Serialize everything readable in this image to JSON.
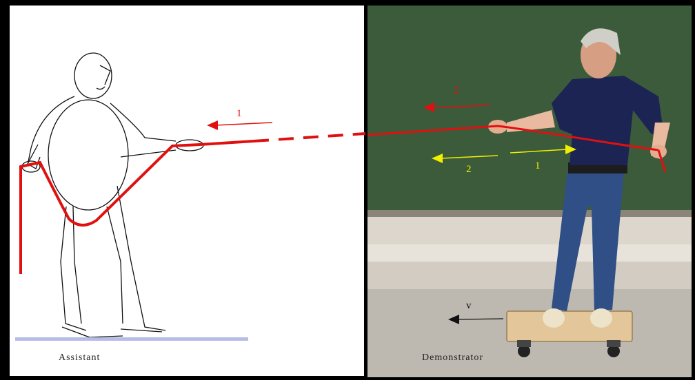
{
  "captions": {
    "assistant": "Assistant",
    "demonstrator": "Demonstrator"
  },
  "arrow_labels": {
    "red_assistant_side": "1",
    "red_demonstrator_side": "2",
    "yellow_left": "2",
    "yellow_right": "1",
    "velocity": "v"
  },
  "colors": {
    "rope": "#e01010",
    "yellow_arrows": "#f0f000",
    "floor_line": "#b8bce8",
    "chalkboard": "#3b5a3a"
  }
}
